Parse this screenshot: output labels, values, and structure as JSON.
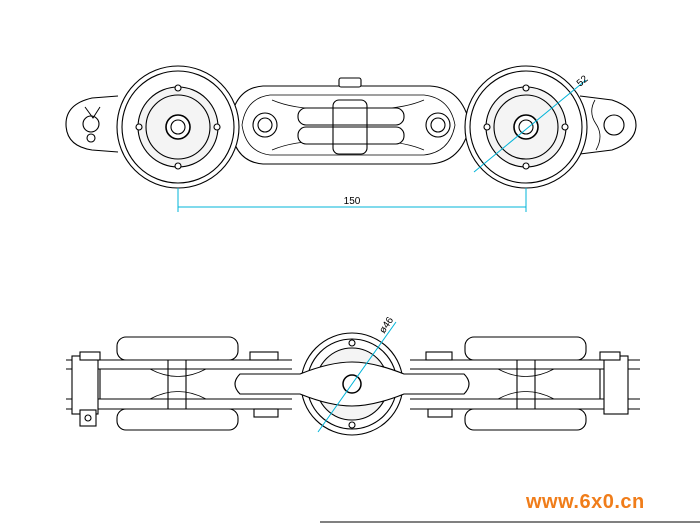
{
  "dimensions": {
    "center_distance": "150",
    "wheel_diameter": "52",
    "center_wheel_diameter": "ø46"
  },
  "watermark": "www.6x0.cn",
  "colors": {
    "line": "#000000",
    "dimension": "#00b4d8",
    "fill": "#f2f2f2",
    "watermark": "#f07d1a"
  }
}
